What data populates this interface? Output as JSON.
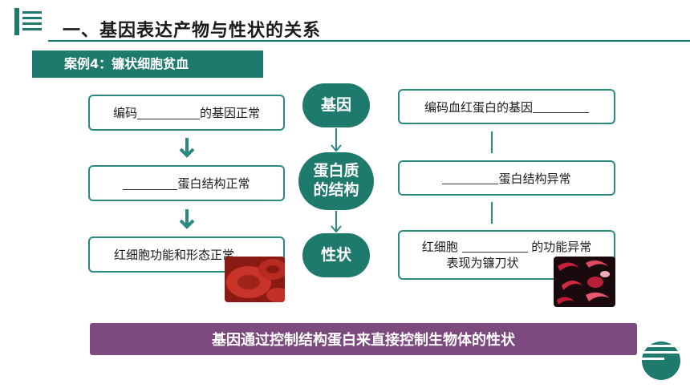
{
  "header": {
    "title": "一、基因表达产物与性状的关系",
    "case_label": "案例4：镰状细胞贫血"
  },
  "left_column": {
    "box1": {
      "prefix": "编码",
      "suffix": "的基因正常"
    },
    "box2": {
      "suffix": "蛋白结构正常"
    },
    "box3": {
      "text": "红细胞功能和形态正常"
    }
  },
  "center_column": {
    "gene": "基因",
    "protein_line1": "蛋白质",
    "protein_line2": "的结构",
    "trait": "性状"
  },
  "right_column": {
    "box1": {
      "prefix": "编码血红蛋白的基因"
    },
    "box2": {
      "suffix": "蛋白结构异常"
    },
    "box3": {
      "prefix": "红细胞",
      "suffix": "的功能异常",
      "line2": "表现为镰刀状"
    }
  },
  "conclusion": "基因通过控制结构蛋白来直接控制生物体的性状",
  "images": {
    "normal": "normal-red-blood-cell-image",
    "sickle": "sickle-cell-image"
  },
  "colors": {
    "teal": "#1f7a6e",
    "purple": "#7c4a7e"
  }
}
